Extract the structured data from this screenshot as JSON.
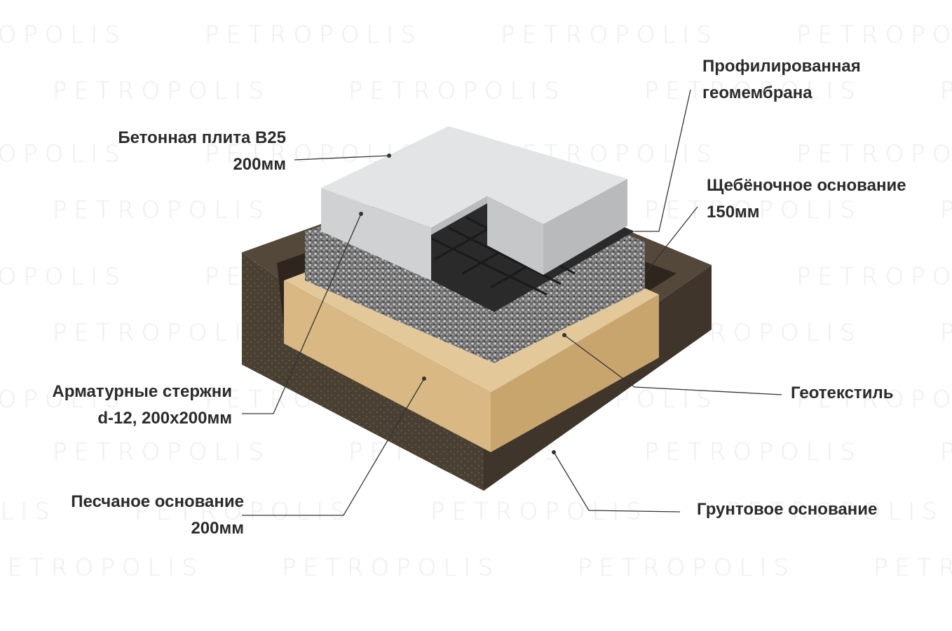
{
  "watermark": "PETROPOLIS",
  "labels": {
    "concrete": {
      "line1": "Бетонная плита B25",
      "line2": "200мм"
    },
    "membrane": {
      "line1": "Профилированная",
      "line2": "геомембрана"
    },
    "gravel": {
      "line1": "Щебёночное основание",
      "line2": "150мм"
    },
    "rebar": {
      "line1": "Арматурные стержни",
      "line2": "d-12, 200x200мм"
    },
    "geotextile": {
      "line1": "Геотекстиль"
    },
    "sand": {
      "line1": "Песчаное основание",
      "line2": "200мм"
    },
    "soil": {
      "line1": "Грунтовое основание"
    }
  },
  "colors": {
    "soil": "#4a3f33",
    "sand": "#d9b883",
    "gravel": "#8a8a8a",
    "membrane": "#2a2a2a",
    "concrete": "#d8dadb",
    "text": "#2b2b2b"
  }
}
